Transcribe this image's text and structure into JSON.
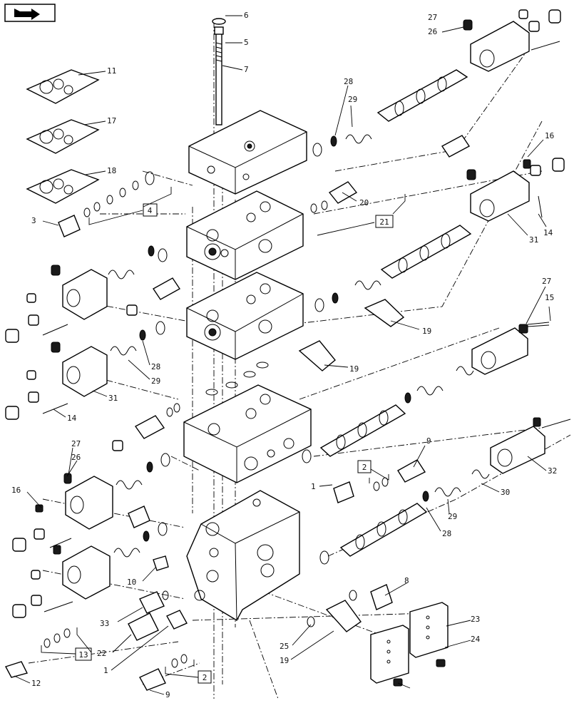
{
  "diagram": {
    "labels": {
      "l6": "6",
      "l5": "5",
      "l7": "7",
      "l11": "11",
      "l17": "17",
      "l18": "18",
      "l3": "3",
      "l28a": "28",
      "l29a": "29",
      "l20": "20",
      "l16a": "16",
      "l14a": "14",
      "l31a": "31",
      "l27a": "27",
      "l26a": "26",
      "l27b": "27",
      "l15": "15",
      "l19a": "19",
      "l19b": "19",
      "l28b": "28",
      "l29b": "29",
      "l31b": "31",
      "l14b": "14",
      "l9a": "9",
      "l32": "32",
      "l30": "30",
      "l29c": "29",
      "l28c": "28",
      "l1a": "1",
      "l27c": "27",
      "l26b": "26",
      "l16b": "16",
      "l10": "10",
      "l8": "8",
      "l33": "33",
      "l22": "22",
      "l1b": "1",
      "l23": "23",
      "l24": "24",
      "l25": "25",
      "l19c": "19",
      "l12": "12",
      "l9b": "9"
    },
    "boxes": {
      "b4": "4",
      "b21": "21",
      "b2a": "2",
      "b13": "13",
      "b2b": "2"
    }
  }
}
